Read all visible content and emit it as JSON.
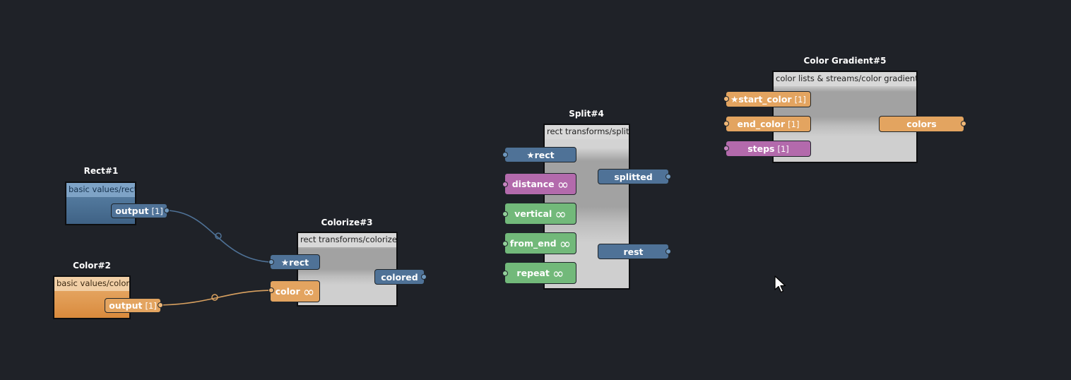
{
  "colors": {
    "background": "#1f2228",
    "rect_type": "#4f7297",
    "color_type": "#e3a460",
    "number_type": "#b36aac",
    "bool_type": "#72b97a"
  },
  "nodes": {
    "rect1": {
      "title": "Rect#1",
      "path": "basic values/rect",
      "output": "output",
      "output_mult": "[1]"
    },
    "color2": {
      "title": "Color#2",
      "path": "basic values/color",
      "output": "output",
      "output_mult": "[1]"
    },
    "colorize3": {
      "title": "Colorize#3",
      "path": "rect transforms/colorize",
      "in_rect": "★rect",
      "in_color": "color",
      "in_color_mult": "∞",
      "out_colored": "colored"
    },
    "split4": {
      "title": "Split#4",
      "path": "rect transforms/split",
      "in_rect": "★rect",
      "in_distance": "distance",
      "in_vertical": "vertical",
      "in_from_end": "from_end",
      "in_repeat": "repeat",
      "infinity": "∞",
      "out_splitted": "splitted",
      "out_rest": "rest"
    },
    "gradient5": {
      "title": "Color Gradient#5",
      "path": "color lists & streams/color gradient",
      "in_start_color": "★start_color",
      "in_end_color": "end_color",
      "in_steps": "steps",
      "mult": "[1]",
      "out_colors": "colors"
    }
  },
  "connections": [
    {
      "from": "Rect#1.output",
      "to": "Colorize#3.rect"
    },
    {
      "from": "Color#2.output",
      "to": "Colorize#3.color"
    }
  ],
  "cursor": "arrow-pointer"
}
